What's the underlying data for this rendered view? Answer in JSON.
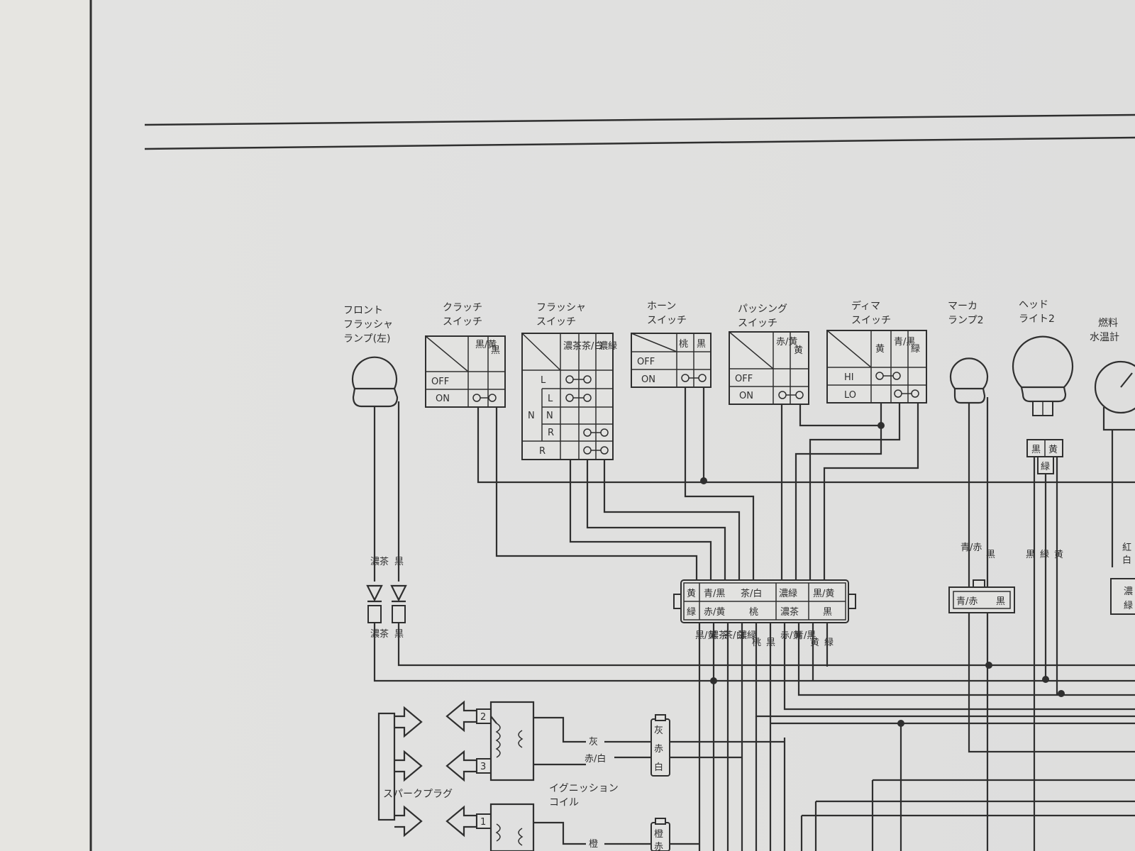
{
  "components": {
    "front_flasher_lamp_left": [
      "フロント",
      "フラッシャ",
      "ランプ(左)"
    ],
    "clutch_switch": {
      "label": [
        "クラッチ",
        "スイッチ"
      ],
      "cols": [
        "黒/黄",
        "黒"
      ],
      "rows": [
        "OFF",
        "ON"
      ]
    },
    "flasher_switch": {
      "label": [
        "フラッシャ",
        "スイッチ"
      ],
      "cols": [
        "濃茶",
        "茶/白",
        "濃緑"
      ],
      "rows": [
        "L",
        "L",
        "N",
        "N",
        "R",
        "R"
      ]
    },
    "horn_switch": {
      "label": [
        "ホーン",
        "スイッチ"
      ],
      "cols": [
        "桃",
        "黒"
      ],
      "rows": [
        "OFF",
        "ON"
      ]
    },
    "passing_switch": {
      "label": [
        "パッシング",
        "スイッチ"
      ],
      "cols": [
        "赤/黄",
        "黄"
      ],
      "rows": [
        "OFF",
        "ON"
      ]
    },
    "dimmer_switch": {
      "label": [
        "ディマ",
        "スイッチ"
      ],
      "cols": [
        "黄",
        "青/黒",
        "緑"
      ],
      "rows": [
        "HI",
        "LO"
      ]
    },
    "marker_lamp_2": [
      "マーカ",
      "ランプ2"
    ],
    "headlight_2": [
      "ヘッド",
      "ライト2"
    ],
    "fuel_water_gauge": [
      "燃料",
      "水温計"
    ],
    "spark_plug": "スパークプラグ",
    "ignition_coil": [
      "イグニッション",
      "コイル"
    ]
  },
  "main_connector": {
    "top": [
      "黄",
      "青/黒",
      "茶/白",
      "濃緑",
      "黒/黄"
    ],
    "bottom": [
      "緑",
      "赤/黄",
      "桃",
      "濃茶",
      "黒"
    ]
  },
  "wire_labels": {
    "flasher_left": [
      "濃茶",
      "黒"
    ],
    "main_bundle": [
      "黒/黄",
      "濃茶",
      "茶/白",
      "濃緑",
      "桃",
      "黒",
      "赤/黄",
      "青/黒",
      "黄",
      "緑"
    ],
    "marker_lamp": [
      "青/赤",
      "黒"
    ],
    "marker_connector": [
      "青/赤",
      "黒"
    ],
    "headlight_connector": [
      "黒",
      "黄",
      "緑"
    ],
    "headlight_wires": [
      "黒",
      "緑",
      "黄"
    ],
    "coil_wires": [
      "灰",
      "赤/白",
      "橙"
    ],
    "coil_connector": [
      "灰",
      "赤",
      "白",
      "橙",
      "赤"
    ],
    "plug_numbers": [
      "2",
      "3",
      "1"
    ],
    "gauge_partial": [
      "紅",
      "白",
      "濃",
      "緑"
    ]
  }
}
